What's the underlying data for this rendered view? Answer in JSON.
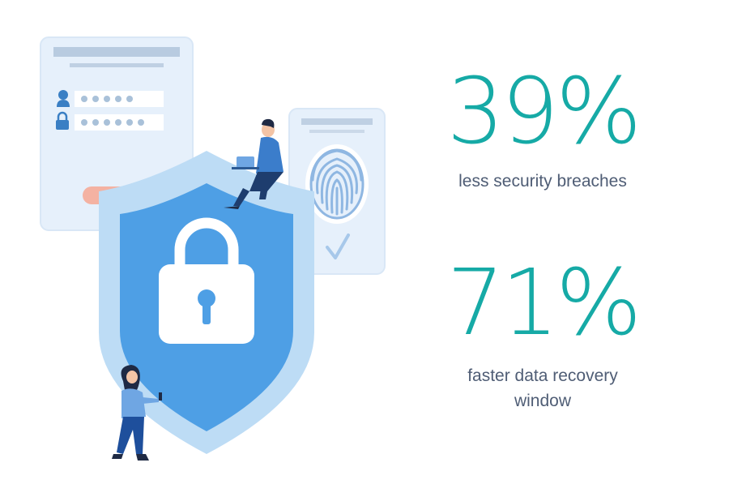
{
  "stats": [
    {
      "value": "39%",
      "label": "less security breaches"
    },
    {
      "value": "71%",
      "label": "faster data recovery window"
    }
  ],
  "colors": {
    "accent": "#16aaa6",
    "label": "#4f5d75",
    "shield_outer": "#bdddf5",
    "shield_inner": "#4e9fe5",
    "card": "#e8f2fc"
  },
  "icons": [
    "shield-icon",
    "padlock-icon",
    "fingerprint-icon",
    "checkmark-icon",
    "user-icon",
    "lock-icon"
  ]
}
